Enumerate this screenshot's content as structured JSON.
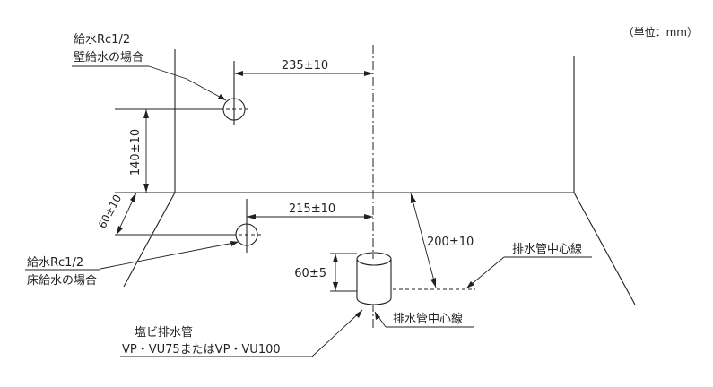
{
  "unit_note": "（単位：mm）",
  "labels": {
    "wall_supply_line1": "給水Rc1/2",
    "wall_supply_line2": "壁給水の場合",
    "floor_supply_line1": "給水Rc1/2",
    "floor_supply_line2": "床給水の場合",
    "drain_pipe_line1": "塩ビ排水管",
    "drain_pipe_line2": "VP・VU75またはVP・VU100",
    "drain_center_right": "排水管中心線",
    "drain_center_bottom": "排水管中心線"
  },
  "dimensions": {
    "wall_supply_offset": "235±10",
    "wall_supply_height": "140±10",
    "floor_supply_offset": "215±10",
    "floor_supply_depth": "60±10",
    "drain_from_wall": "200±10",
    "drain_pipe_height": "60±5"
  }
}
